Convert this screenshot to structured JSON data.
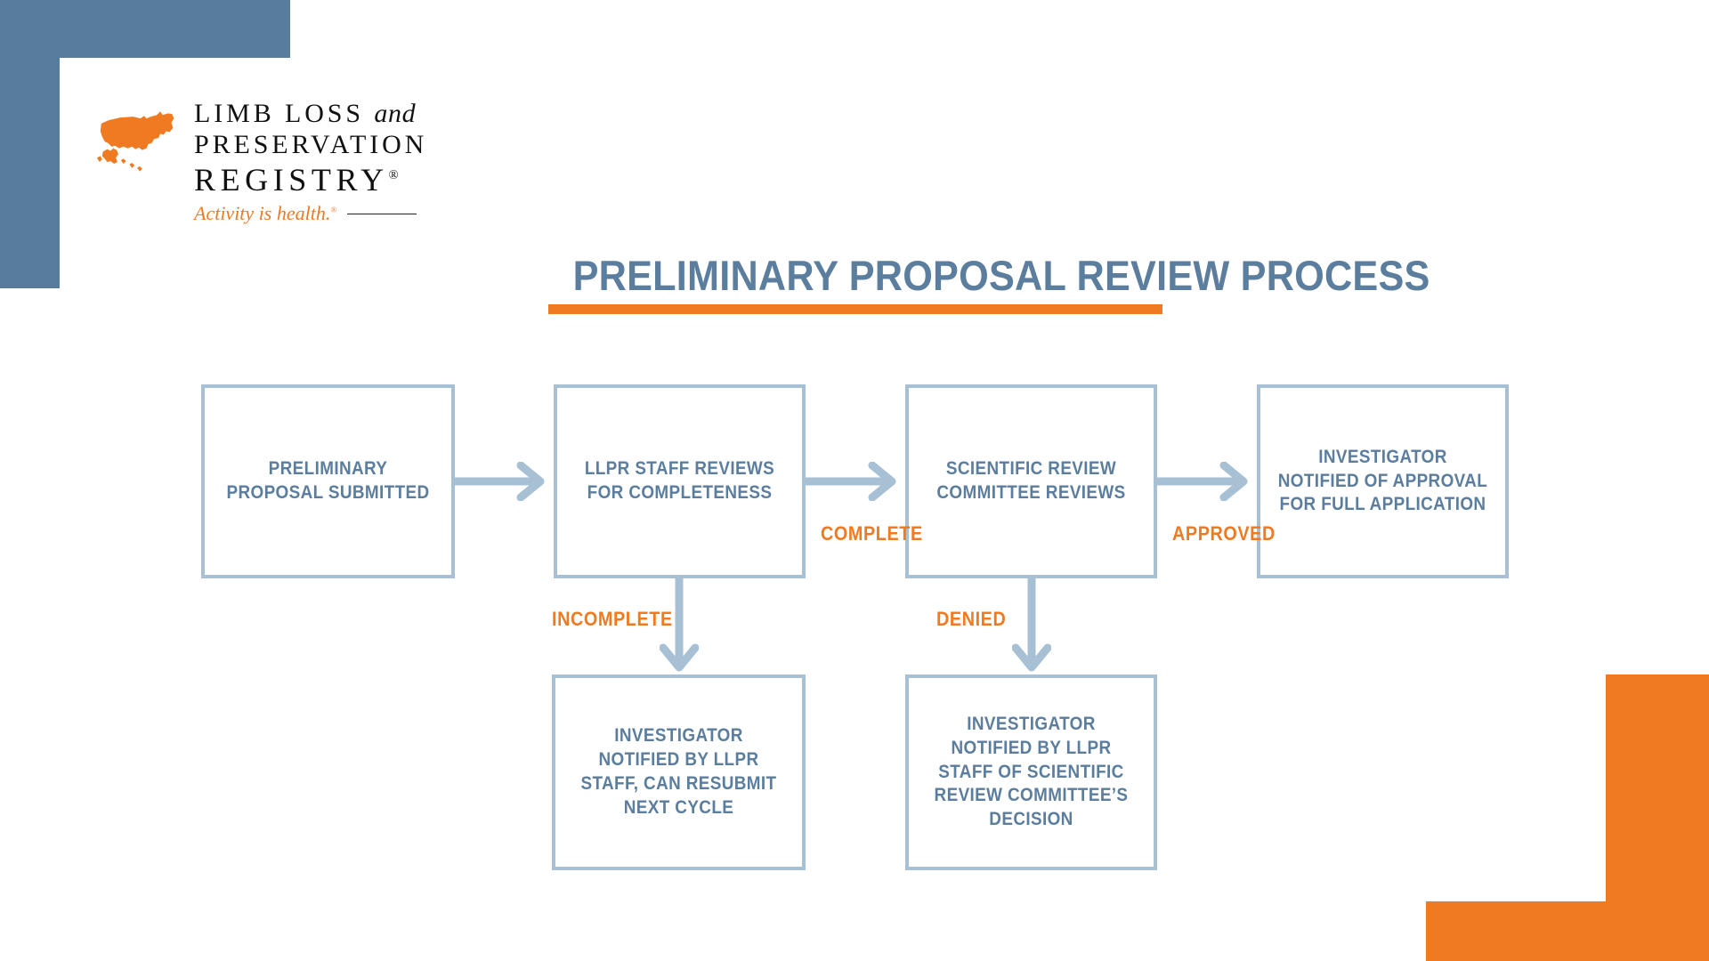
{
  "brand": {
    "logo_line1_a": "LIMB LOSS",
    "logo_line1_b": "and",
    "logo_line2": "PRESERVATION",
    "logo_line3": "REGISTRY",
    "logo_reg_mark": "®",
    "tagline": "Activity is health.",
    "tagline_reg_mark": "®",
    "map_icon": "usa-map-icon",
    "colors": {
      "slate_blue": "#577c9c",
      "orange": "#ef7a22",
      "title_blue": "#5c7e9e",
      "box_border": "#a7c0d4",
      "arrow": "#a7c0d4"
    }
  },
  "title": {
    "heading": "PRELIMINARY PROPOSAL REVIEW PROCESS"
  },
  "flow": {
    "nodes": [
      {
        "id": "prelim",
        "label": "PRELIMINARY PROPOSAL SUBMITTED"
      },
      {
        "id": "staff",
        "label": "LLPR STAFF REVIEWS FOR COMPLETENESS"
      },
      {
        "id": "src",
        "label": "SCIENTIFIC REVIEW COMMITTEE REVIEWS"
      },
      {
        "id": "approved",
        "label": "INVESTIGATOR NOTIFIED OF APPROVAL FOR FULL APPLICATION"
      },
      {
        "id": "incomplete",
        "label": "INVESTIGATOR NOTIFIED BY LLPR STAFF, CAN RESUBMIT NEXT CYCLE"
      },
      {
        "id": "denied",
        "label": "INVESTIGATOR NOTIFIED BY LLPR STAFF OF SCIENTIFIC REVIEW COMMITTEE’S DECISION"
      }
    ],
    "edge_labels": {
      "complete": "COMPLETE",
      "approved": "APPROVED",
      "incomplete": "INCOMPLETE",
      "denied": "DENIED"
    }
  }
}
